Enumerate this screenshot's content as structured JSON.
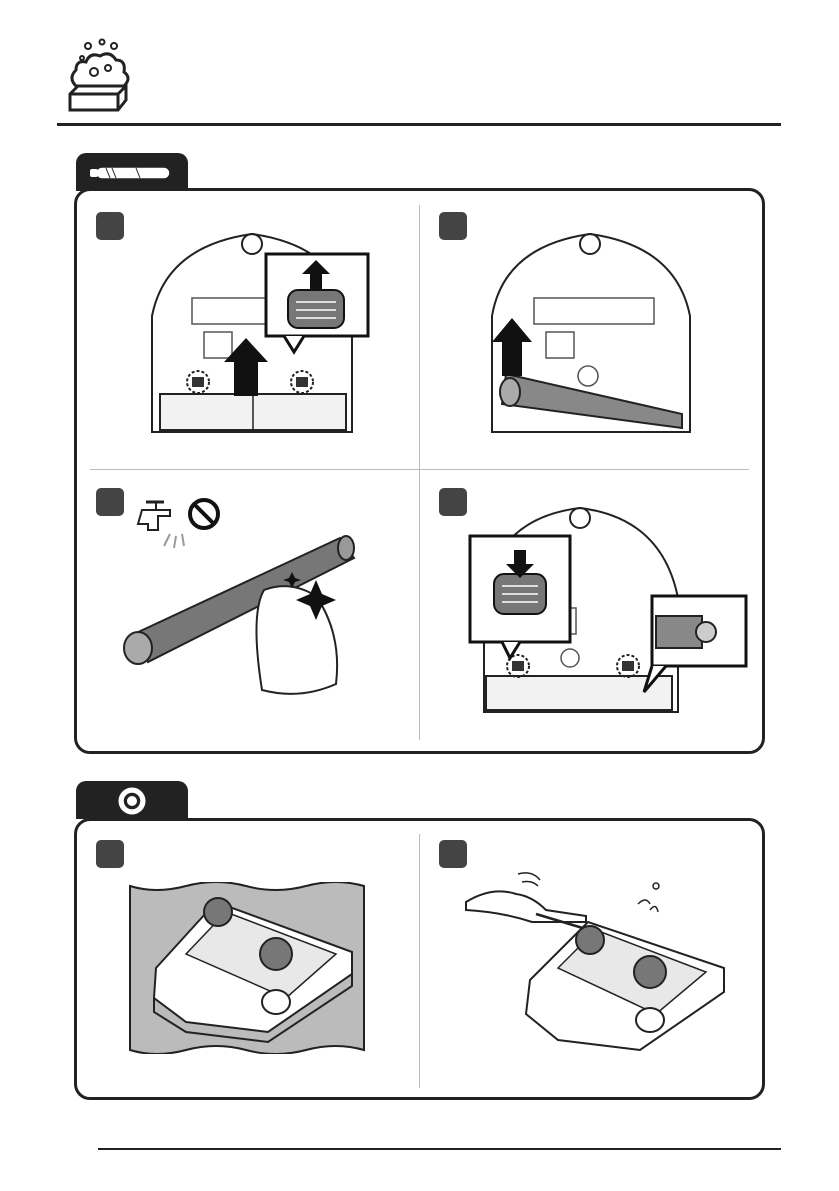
{
  "page": {
    "header_icon": "soap-bubbles-icon",
    "sections": [
      {
        "tab_icon": "brush-roller-icon",
        "steps": [
          {
            "number": "",
            "illustration": "release-brush-cover-latches"
          },
          {
            "number": "",
            "illustration": "lift-out-brush-roller"
          },
          {
            "number": "",
            "illustration": "wipe-brush-with-cloth-no-water"
          },
          {
            "number": "",
            "illustration": "reinsert-brush-and-lock-latches"
          }
        ]
      },
      {
        "tab_icon": "side-brush-gear-icon",
        "steps": [
          {
            "number": "",
            "illustration": "place-robot-upside-down-on-cloth"
          },
          {
            "number": "",
            "illustration": "clean-side-brush-with-stick"
          }
        ]
      }
    ],
    "colors": {
      "ink": "#222222",
      "panel_border": "#222222",
      "divider": "#bbbbbb",
      "step_badge": "#444444"
    }
  }
}
